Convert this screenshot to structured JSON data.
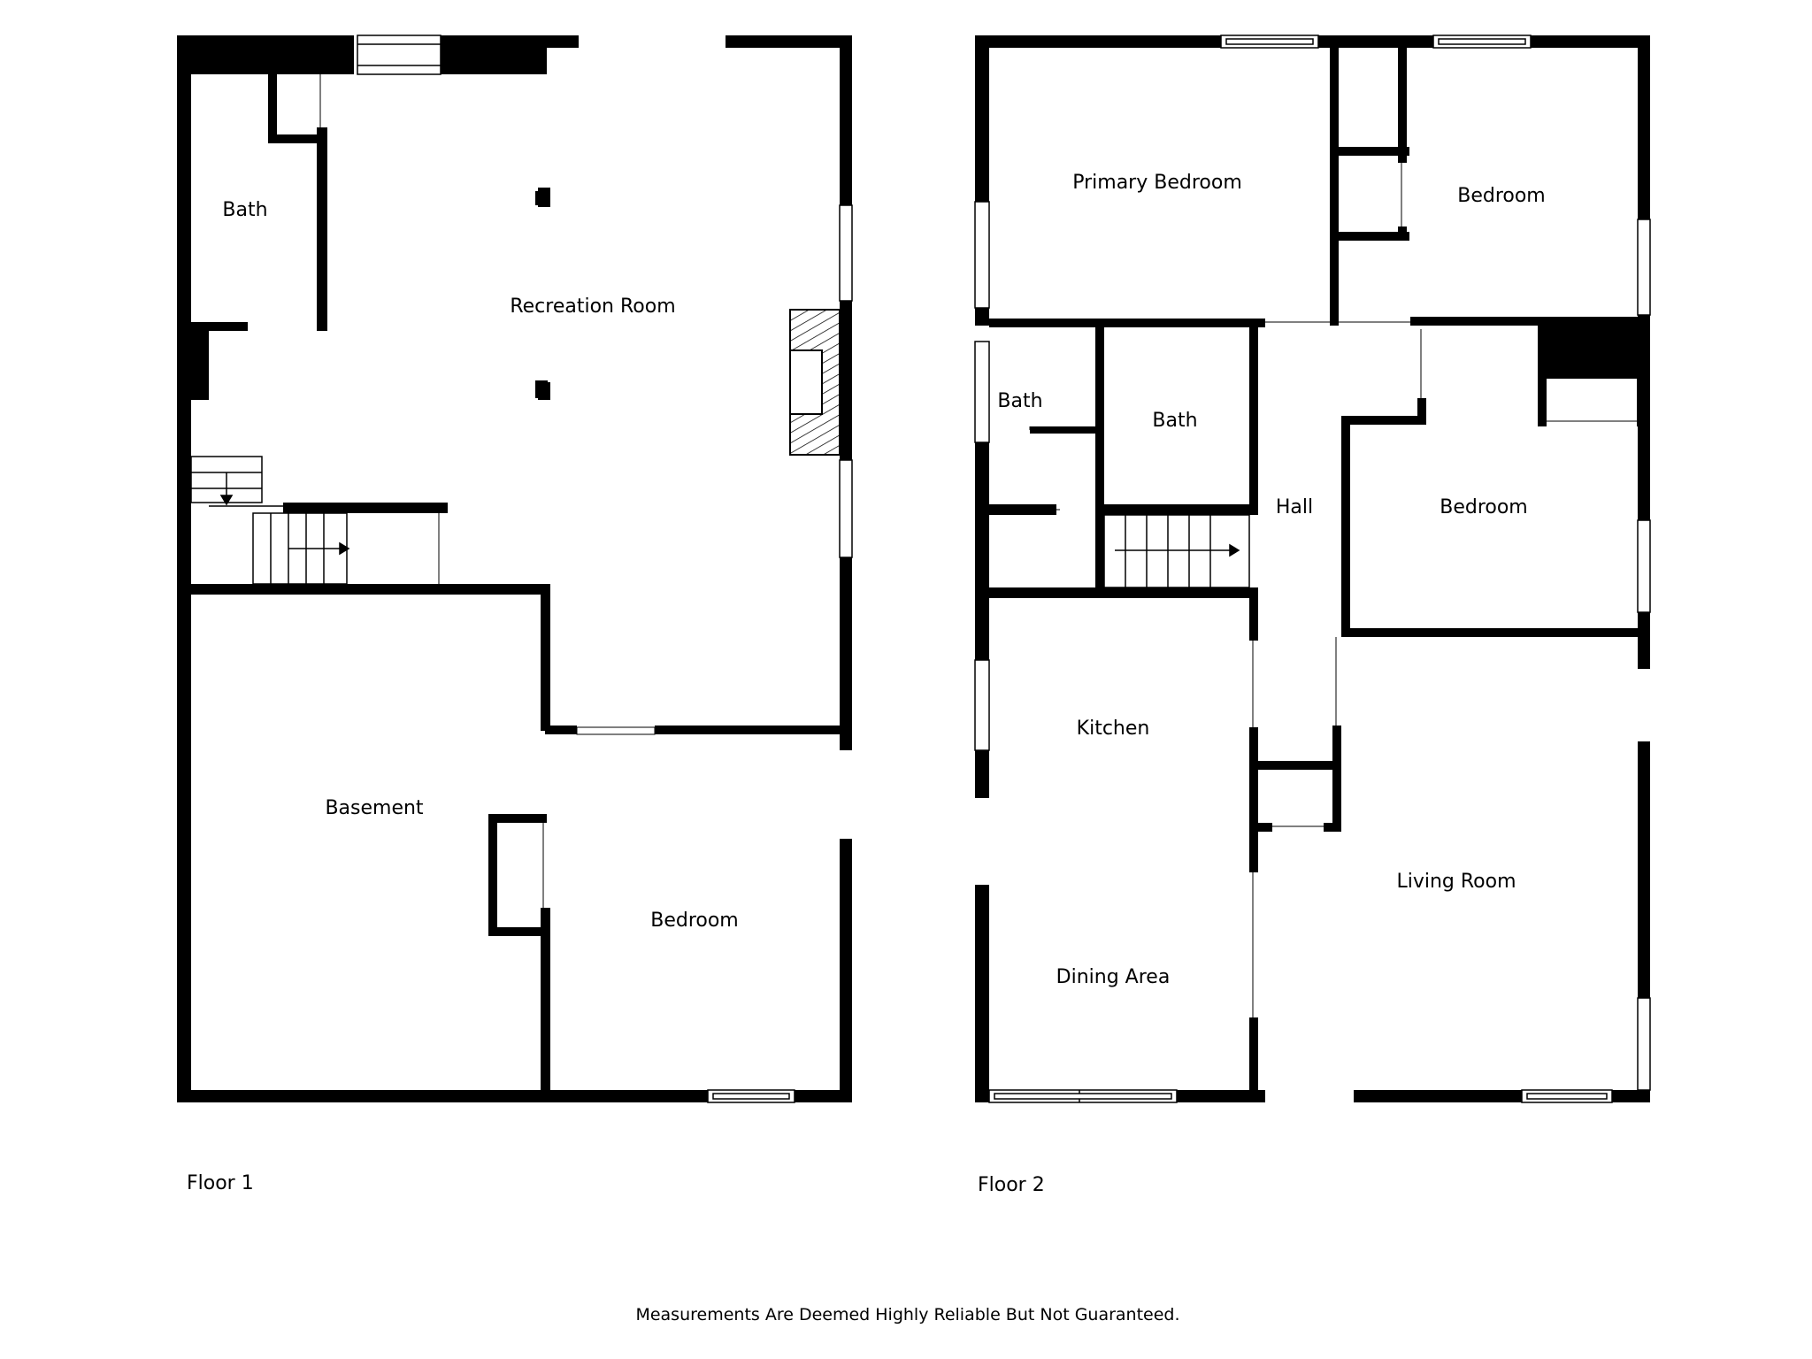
{
  "floor1": {
    "label": "Floor 1",
    "rooms": {
      "bath": "Bath",
      "recreation_room": "Recreation Room",
      "basement": "Basement",
      "bedroom": "Bedroom"
    }
  },
  "floor2": {
    "label": "Floor 2",
    "rooms": {
      "primary_bedroom": "Primary Bedroom",
      "bedroom_ne": "Bedroom",
      "bath_west": "Bath",
      "bath_center": "Bath",
      "hall": "Hall",
      "bedroom_east": "Bedroom",
      "kitchen": "Kitchen",
      "dining_area": "Dining Area",
      "living_room": "Living Room"
    }
  },
  "disclaimer": "Measurements Are Deemed Highly Reliable But Not Guaranteed.",
  "colors": {
    "wall": "#000000",
    "background": "#ffffff",
    "window": "#ffffff"
  }
}
